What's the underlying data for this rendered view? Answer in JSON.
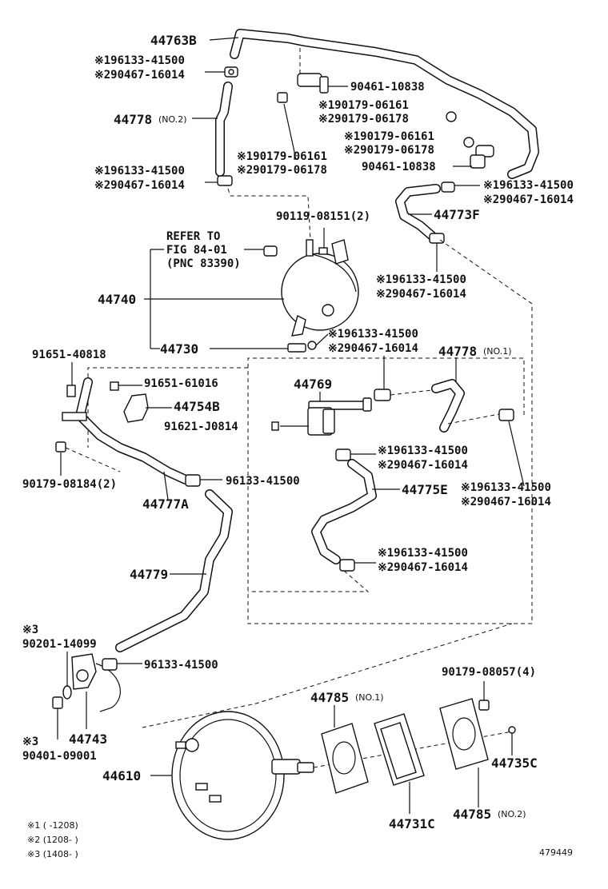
{
  "labels": {
    "p44763B": "44763B",
    "c1_a": "※196133-41500",
    "c1_b": "※290467-16014",
    "p90461_10838_a": "90461-10838",
    "n1_a": "※190179-06161",
    "n1_b": "※290179-06178",
    "p44778": "44778",
    "p44778_no2": "(NO.2)",
    "n2_a": "※190179-06161",
    "n2_b": "※290179-06178",
    "n3_a": "※190179-06161",
    "n3_b": "※290179-06178",
    "p90461_10838_b": "90461-10838",
    "c2_a": "※196133-41500",
    "c2_b": "※290467-16014",
    "c3_a": "※196133-41500",
    "c3_b": "※290467-16014",
    "p44773F": "44773F",
    "p90119": "90119-08151(2)",
    "refer1": "REFER TO",
    "refer2": "FIG 84-01",
    "refer3": "(PNC 83390)",
    "c4_a": "※196133-41500",
    "c4_b": "※290467-16014",
    "p44740": "44740",
    "c5_a": "※196133-41500",
    "c5_b": "※290467-16014",
    "p44730": "44730",
    "p44778_1": "44778",
    "p44778_no1": "(NO.1)",
    "p91651_40818": "91651-40818",
    "p91651_61016": "91651-61016",
    "p44769": "44769",
    "p44754B": "44754B",
    "p91621": "91621-J0814",
    "c6_a": "※196133-41500",
    "c6_b": "※290467-16014",
    "p90179_08184": "90179-08184(2)",
    "p96133_a": "96133-41500",
    "p44775E": "44775E",
    "c7_a": "※196133-41500",
    "c7_b": "※290467-16014",
    "p44777A": "44777A",
    "c8_a": "※196133-41500",
    "c8_b": "※290467-16014",
    "p44779": "44779",
    "s3_a": "※3",
    "p90201": "90201-14099",
    "p96133_b": "96133-41500",
    "p90179_08057": "90179-08057(4)",
    "p44785_1": "44785",
    "p44785_no1": "(NO.1)",
    "p44743": "44743",
    "s3_b": "※3",
    "p90401": "90401-09001",
    "p44735C": "44735C",
    "p44610": "44610",
    "p44731C": "44731C",
    "p44785_2": "44785",
    "p44785_no2": "(NO.2)",
    "legend1": "※1 (      -1208)",
    "legend2": "※2 (1208-      )",
    "legend3": "※3 (1408-      )",
    "fig_no": "479449"
  }
}
